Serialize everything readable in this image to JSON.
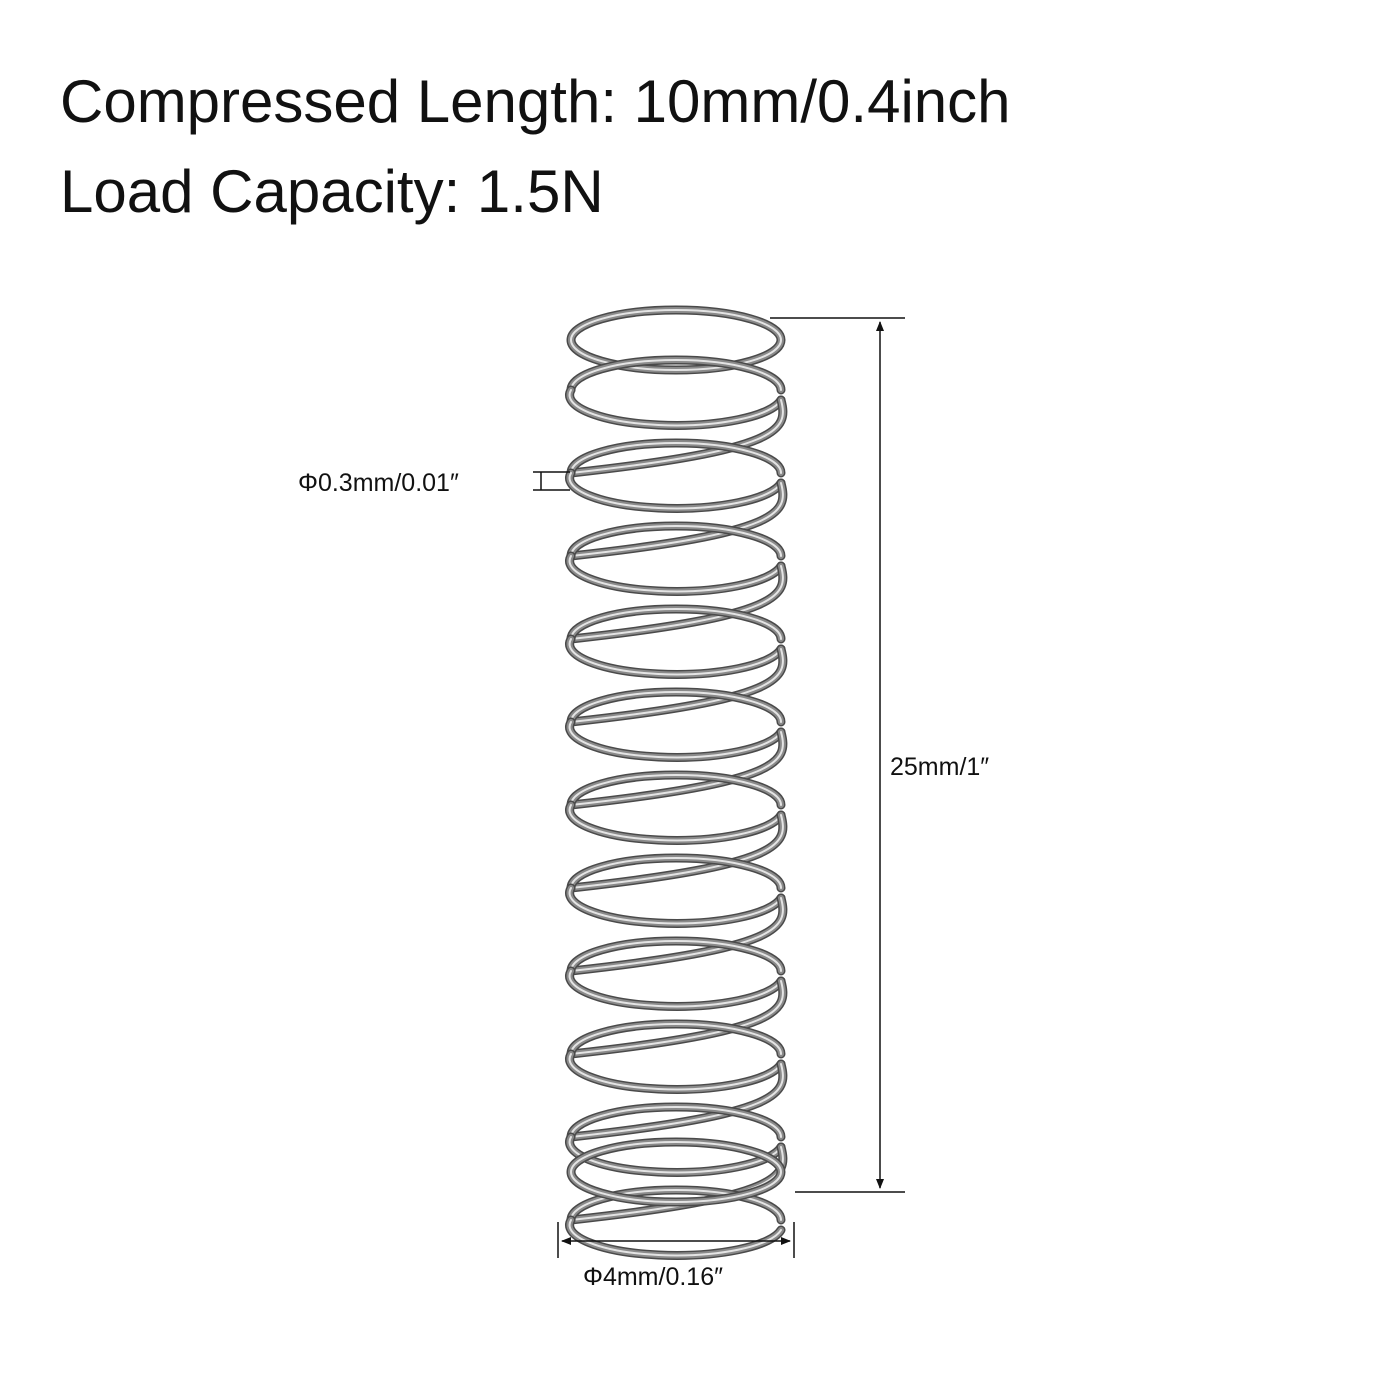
{
  "specs": {
    "compressed_length": "Compressed Length: 10mm/0.4inch",
    "load_capacity": "Load Capacity: 1.5N"
  },
  "dimensions": {
    "wire_diameter": "Φ0.3mm/0.01″",
    "free_length": "25mm/1″",
    "outer_diameter": "Φ4mm/0.16″"
  },
  "colors": {
    "text": "#111111",
    "dimension_lines": "#111111",
    "spring_steel": "#8a8a8a",
    "spring_shadow": "#4a4a4a",
    "spring_highlight": "#e4e4e4"
  }
}
